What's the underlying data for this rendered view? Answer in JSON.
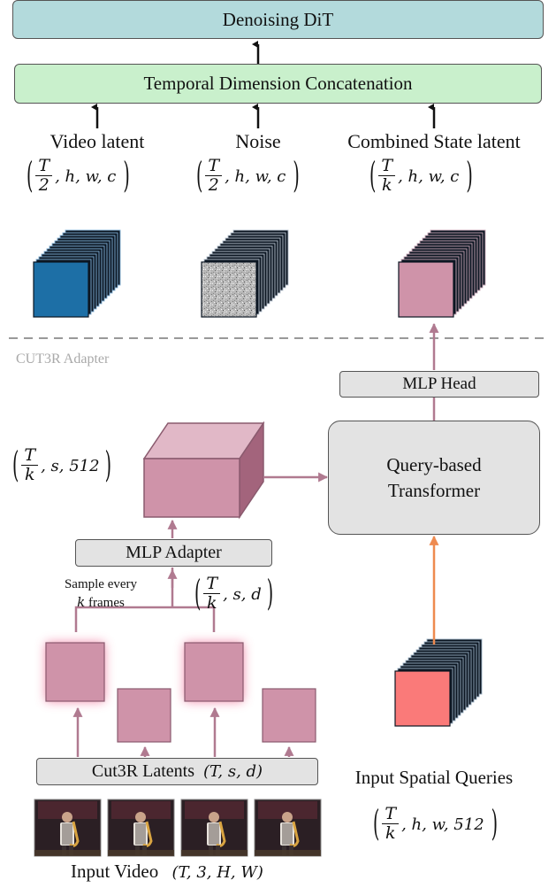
{
  "boxes": {
    "denoising_dit": "Denoising DiT",
    "temporal_concat": "Temporal Dimension Concatenation",
    "mlp_head": "MLP Head",
    "transformer_line1": "Query-based",
    "transformer_line2": "Transformer",
    "mlp_adapter": "MLP Adapter",
    "cut3r_latents": "Cut3R Latents"
  },
  "labels": {
    "video_latent": "Video latent",
    "noise": "Noise",
    "combined_state_latent": "Combined State latent",
    "adapter_section": "CUT3R Adapter",
    "sample_line1": "Sample every",
    "sample_line2_var": "k",
    "sample_line2_rest": " frames",
    "input_spatial_queries": "Input Spatial Queries",
    "input_video": "Input Video"
  },
  "shapes": {
    "video_latent": {
      "num": "T",
      "den": "2",
      "rest": ", h, w, c"
    },
    "noise": {
      "num": "T",
      "den": "2",
      "rest": ", h, w, c"
    },
    "combined": {
      "num": "T",
      "den": "k",
      "rest": ", h, w, c"
    },
    "adapter_out": {
      "num": "T",
      "den": "k",
      "rest": ", s, 512"
    },
    "adapter_in": {
      "num": "T",
      "den": "k",
      "rest": ", s, d"
    },
    "queries": {
      "num": "T",
      "den": "k",
      "rest": ", h, w, 512"
    },
    "cut3r": "(T, s, d)",
    "video": "(T, 3, H, W)"
  },
  "colors": {
    "dit_fill": "#b3dadc",
    "concat_fill": "#c9f0cc",
    "gray_box": "#e3e3e3",
    "video_cube": "#1d6fa6",
    "combined_cube": "#cf93a9",
    "query_cube": "#fa7a79",
    "latent_square": "#cf93a9",
    "orange_arrow": "#ee8a4f",
    "pink_arrow": "#b07a90"
  }
}
